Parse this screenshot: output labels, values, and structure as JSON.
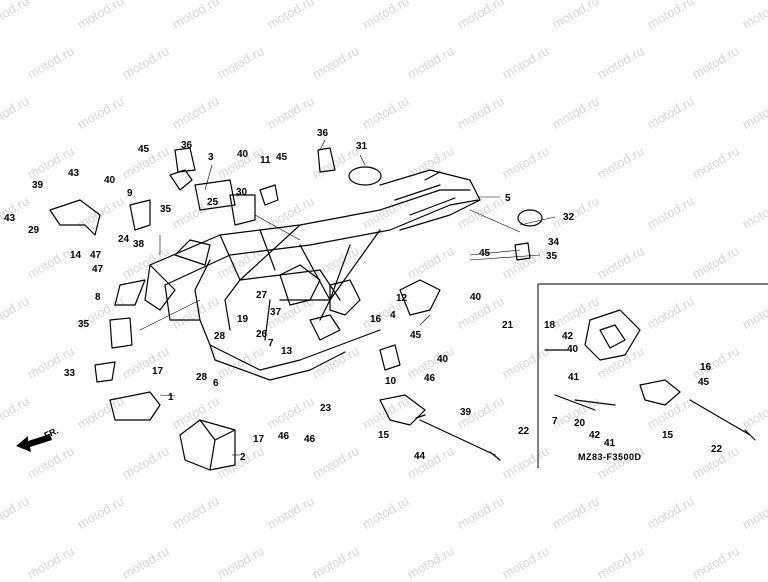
{
  "watermark": "motod.ru",
  "diagram_code": "MZ83-F3500D",
  "direction_label": "FR.",
  "callouts": [
    "1",
    "2",
    "3",
    "4",
    "5",
    "6",
    "7",
    "8",
    "9",
    "10",
    "11",
    "12",
    "13",
    "14",
    "15",
    "16",
    "17",
    "18",
    "19",
    "20",
    "21",
    "22",
    "23",
    "24",
    "25",
    "26",
    "27",
    "28",
    "29",
    "30",
    "31",
    "32",
    "33",
    "34",
    "35",
    "36",
    "37",
    "38",
    "39",
    "40",
    "41",
    "42",
    "43",
    "44",
    "45",
    "46",
    "47"
  ]
}
